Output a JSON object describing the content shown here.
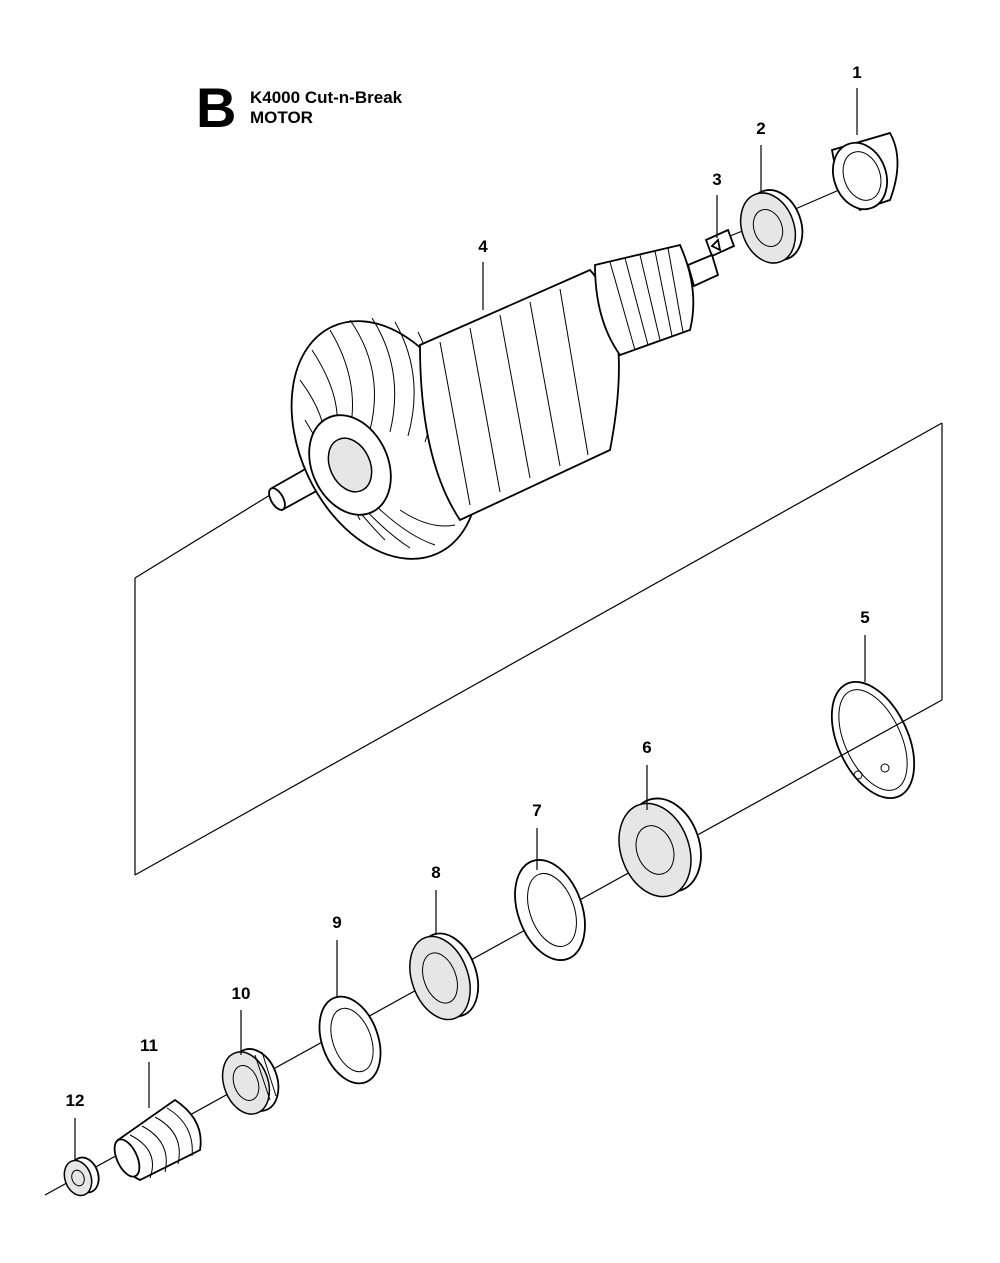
{
  "header": {
    "section_letter": "B",
    "title_line1": "K4000 Cut-n-Break",
    "title_line2": "MOTOR"
  },
  "callouts": [
    "1",
    "2",
    "3",
    "4",
    "5",
    "6",
    "7",
    "8",
    "9",
    "10",
    "11",
    "12"
  ]
}
